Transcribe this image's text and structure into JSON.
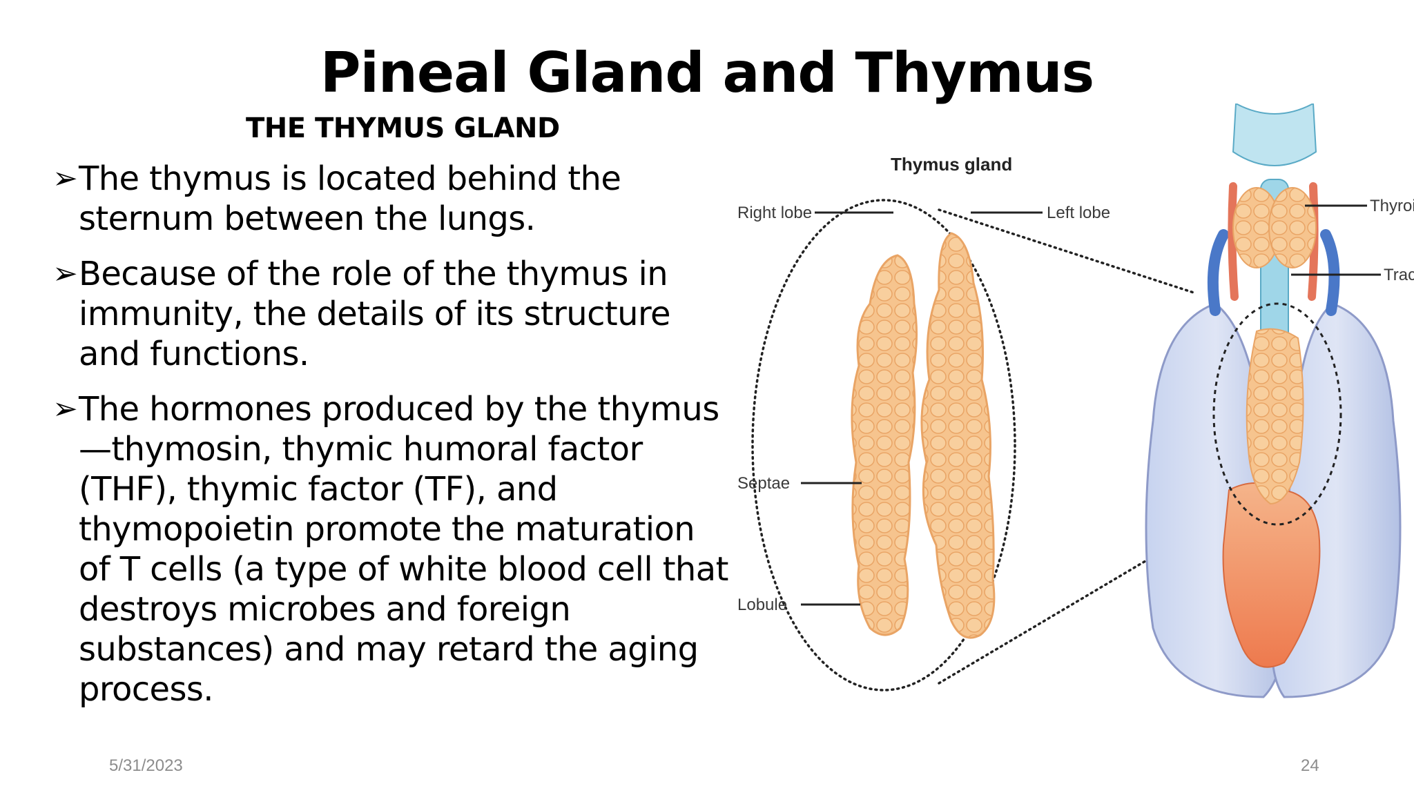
{
  "slide": {
    "title": "Pineal Gland and Thymus",
    "subheading": "THE THYMUS GLAND",
    "bullets": [
      "The thymus is located behind the sternum between the lungs.",
      "Because of the role of the thymus in immunity, the details of its structure and functions.",
      "The hormones produced by the thymus—thymosin, thymic humoral factor (THF), thymic factor (TF), and thymopoietin promote the maturation of T cells (a type of white blood cell that destroys microbes and foreign substances) and may retard the aging process."
    ],
    "bullet_marker": "➢",
    "date": "5/31/2023",
    "page_number": "24"
  },
  "figure": {
    "title": "Thymus gland",
    "labels": {
      "right_lobe": "Right lobe",
      "left_lobe": "Left lobe",
      "septae": "Septae",
      "lobule": "Lobule",
      "thyroid_gland": "Thyroid gland",
      "trachea": "Trachea"
    },
    "colors": {
      "gland": "#f6c48e",
      "gland_edge": "#e9a465",
      "lung": "#b9c7e6",
      "trachea": "#9fd6e8",
      "vessel_blue": "#4a78c8",
      "vessel_red": "#e4755a"
    }
  }
}
